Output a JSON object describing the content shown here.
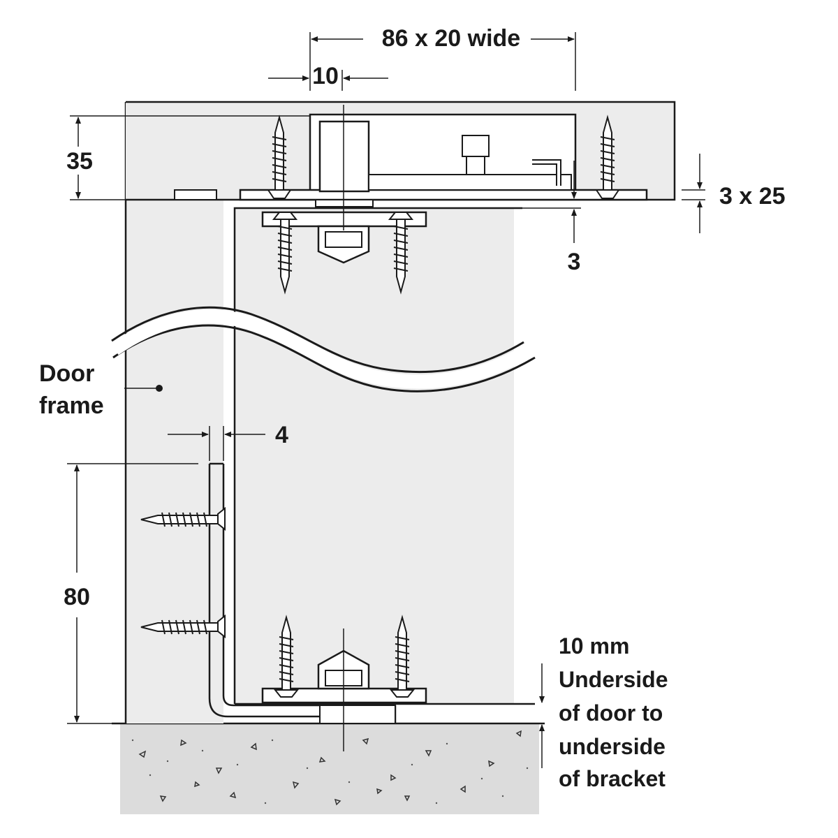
{
  "dimensions": {
    "top_width": "86 x 20 wide",
    "top_offset": "10",
    "head_height": "35",
    "bracket_size": "3 x 25",
    "top_gap": "3",
    "side_gap": "4",
    "guide_height": "80"
  },
  "labels": {
    "door_frame_line1": "Door",
    "door_frame_line2": "frame",
    "bottom_note_line1": "10 mm",
    "bottom_note_line2": "Underside",
    "bottom_note_line3": "of door to",
    "bottom_note_line4": "underside",
    "bottom_note_line5": "of bracket"
  },
  "colors": {
    "panel_fill": "#ececec",
    "floor_fill": "#dcdcdc",
    "line": "#1a1a1a"
  }
}
